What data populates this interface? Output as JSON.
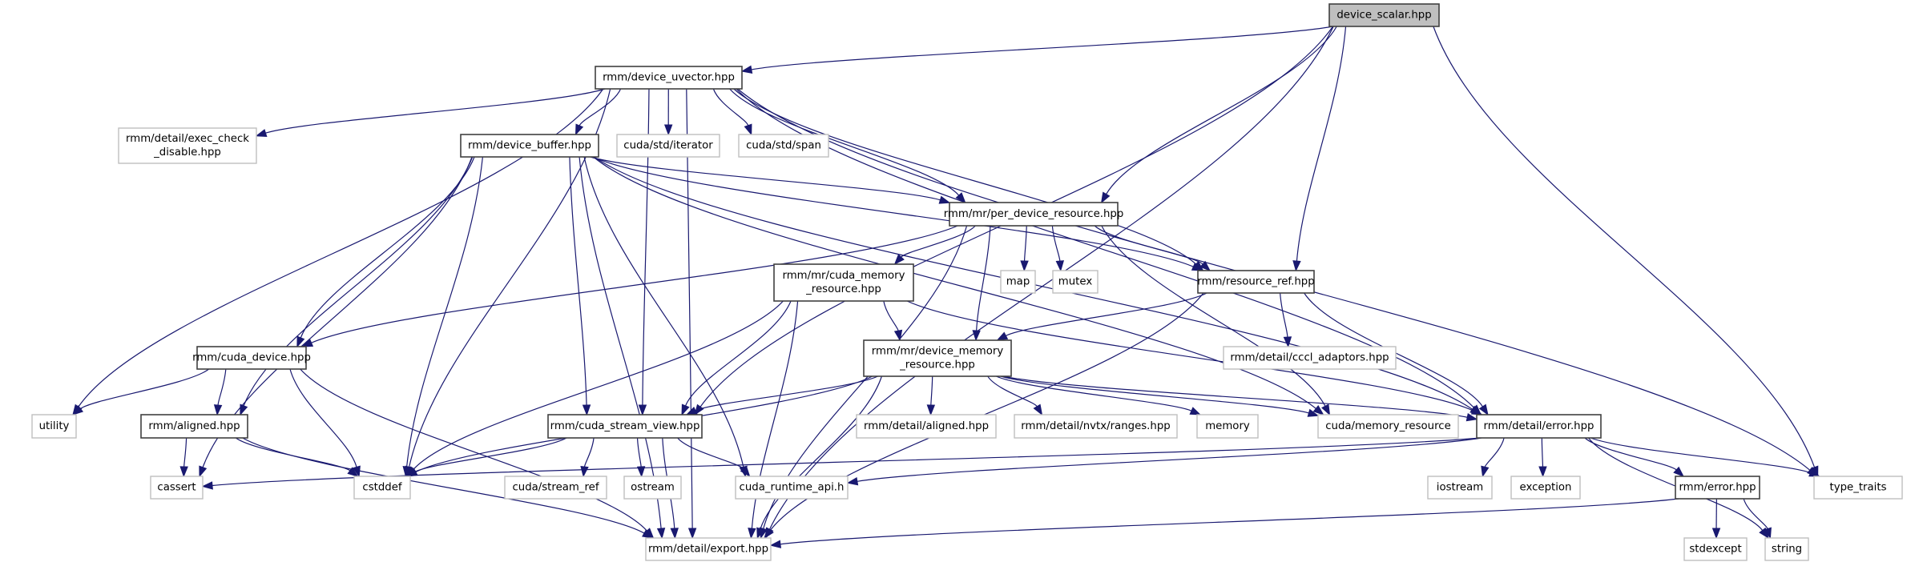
{
  "diagram": {
    "type": "include-dependency-graph",
    "root": "device_scalar.hpp",
    "colors": {
      "edge": "#191970",
      "root_fill": "#bfbfbf",
      "local_border": "#404040",
      "external_border": "#bfbfbf"
    },
    "nodes": [
      {
        "id": "device_scalar",
        "lines": [
          "device_scalar.hpp"
        ],
        "kind": "root"
      },
      {
        "id": "device_uvector",
        "lines": [
          "rmm/device_uvector.hpp"
        ],
        "kind": "local"
      },
      {
        "id": "exec_check_disable",
        "lines": [
          "rmm/detail/exec_check",
          "_disable.hpp"
        ],
        "kind": "ext"
      },
      {
        "id": "device_buffer",
        "lines": [
          "rmm/device_buffer.hpp"
        ],
        "kind": "local"
      },
      {
        "id": "cuda_std_iterator",
        "lines": [
          "cuda/std/iterator"
        ],
        "kind": "ext"
      },
      {
        "id": "cuda_std_span",
        "lines": [
          "cuda/std/span"
        ],
        "kind": "ext"
      },
      {
        "id": "per_device_resource",
        "lines": [
          "rmm/mr/per_device_resource.hpp"
        ],
        "kind": "local"
      },
      {
        "id": "map",
        "lines": [
          "map"
        ],
        "kind": "ext"
      },
      {
        "id": "mutex",
        "lines": [
          "mutex"
        ],
        "kind": "ext"
      },
      {
        "id": "resource_ref",
        "lines": [
          "rmm/resource_ref.hpp"
        ],
        "kind": "local"
      },
      {
        "id": "cuda_memory_resource",
        "lines": [
          "rmm/mr/cuda_memory",
          "_resource.hpp"
        ],
        "kind": "local"
      },
      {
        "id": "cccl_adaptors",
        "lines": [
          "rmm/detail/cccl_adaptors.hpp"
        ],
        "kind": "ext"
      },
      {
        "id": "cuda_device",
        "lines": [
          "rmm/cuda_device.hpp"
        ],
        "kind": "local"
      },
      {
        "id": "device_memory_resource",
        "lines": [
          "rmm/mr/device_memory",
          "_resource.hpp"
        ],
        "kind": "local"
      },
      {
        "id": "utility",
        "lines": [
          "utility"
        ],
        "kind": "ext"
      },
      {
        "id": "aligned",
        "lines": [
          "rmm/aligned.hpp"
        ],
        "kind": "local"
      },
      {
        "id": "cuda_stream_view",
        "lines": [
          "rmm/cuda_stream_view.hpp"
        ],
        "kind": "local"
      },
      {
        "id": "detail_aligned",
        "lines": [
          "rmm/detail/aligned.hpp"
        ],
        "kind": "ext"
      },
      {
        "id": "nvtx_ranges",
        "lines": [
          "rmm/detail/nvtx/ranges.hpp"
        ],
        "kind": "ext"
      },
      {
        "id": "memory",
        "lines": [
          "memory"
        ],
        "kind": "ext"
      },
      {
        "id": "cuda_memory_resource_std",
        "lines": [
          "cuda/memory_resource"
        ],
        "kind": "ext"
      },
      {
        "id": "detail_error",
        "lines": [
          "rmm/detail/error.hpp"
        ],
        "kind": "local"
      },
      {
        "id": "cassert",
        "lines": [
          "cassert"
        ],
        "kind": "ext"
      },
      {
        "id": "cstddef",
        "lines": [
          "cstddef"
        ],
        "kind": "ext"
      },
      {
        "id": "cuda_stream_ref",
        "lines": [
          "cuda/stream_ref"
        ],
        "kind": "ext"
      },
      {
        "id": "ostream",
        "lines": [
          "ostream"
        ],
        "kind": "ext"
      },
      {
        "id": "cuda_runtime_api",
        "lines": [
          "cuda_runtime_api.h"
        ],
        "kind": "ext"
      },
      {
        "id": "iostream",
        "lines": [
          "iostream"
        ],
        "kind": "ext"
      },
      {
        "id": "exception",
        "lines": [
          "exception"
        ],
        "kind": "ext"
      },
      {
        "id": "rmm_error",
        "lines": [
          "rmm/error.hpp"
        ],
        "kind": "local"
      },
      {
        "id": "type_traits",
        "lines": [
          "type_traits"
        ],
        "kind": "ext"
      },
      {
        "id": "export",
        "lines": [
          "rmm/detail/export.hpp"
        ],
        "kind": "ext"
      },
      {
        "id": "stdexcept",
        "lines": [
          "stdexcept"
        ],
        "kind": "ext"
      },
      {
        "id": "string",
        "lines": [
          "string"
        ],
        "kind": "ext"
      }
    ],
    "edges": [
      [
        "device_scalar",
        "device_uvector"
      ],
      [
        "device_scalar",
        "cuda_stream_view"
      ],
      [
        "device_scalar",
        "per_device_resource"
      ],
      [
        "device_scalar",
        "resource_ref"
      ],
      [
        "device_scalar",
        "export"
      ],
      [
        "device_scalar",
        "type_traits"
      ],
      [
        "device_uvector",
        "exec_check_disable"
      ],
      [
        "device_uvector",
        "device_buffer"
      ],
      [
        "device_uvector",
        "cuda_std_iterator"
      ],
      [
        "device_uvector",
        "cuda_std_span"
      ],
      [
        "device_uvector",
        "per_device_resource"
      ],
      [
        "device_uvector",
        "resource_ref"
      ],
      [
        "device_uvector",
        "detail_error"
      ],
      [
        "device_uvector",
        "type_traits"
      ],
      [
        "device_uvector",
        "utility"
      ],
      [
        "device_uvector",
        "export"
      ],
      [
        "device_uvector",
        "cstddef"
      ],
      [
        "device_uvector",
        "cuda_stream_view"
      ],
      [
        "device_buffer",
        "per_device_resource"
      ],
      [
        "device_buffer",
        "resource_ref"
      ],
      [
        "device_buffer",
        "detail_error"
      ],
      [
        "device_buffer",
        "cuda_memory_resource_std"
      ],
      [
        "device_buffer",
        "cuda_device"
      ],
      [
        "device_buffer",
        "aligned"
      ],
      [
        "device_buffer",
        "cassert"
      ],
      [
        "device_buffer",
        "cstddef"
      ],
      [
        "device_buffer",
        "export"
      ],
      [
        "device_buffer",
        "cuda_stream_view"
      ],
      [
        "device_buffer",
        "cuda_runtime_api"
      ],
      [
        "per_device_resource",
        "cuda_memory_resource"
      ],
      [
        "per_device_resource",
        "device_memory_resource"
      ],
      [
        "per_device_resource",
        "map"
      ],
      [
        "per_device_resource",
        "mutex"
      ],
      [
        "per_device_resource",
        "resource_ref"
      ],
      [
        "per_device_resource",
        "cuda_device"
      ],
      [
        "per_device_resource",
        "export"
      ],
      [
        "per_device_resource",
        "cuda_memory_resource_std"
      ],
      [
        "resource_ref",
        "cccl_adaptors"
      ],
      [
        "resource_ref",
        "device_memory_resource"
      ],
      [
        "resource_ref",
        "detail_error"
      ],
      [
        "resource_ref",
        "export"
      ],
      [
        "cuda_memory_resource",
        "device_memory_resource"
      ],
      [
        "cuda_memory_resource",
        "detail_error"
      ],
      [
        "cuda_memory_resource",
        "cuda_stream_view"
      ],
      [
        "cuda_memory_resource",
        "cstddef"
      ],
      [
        "cuda_memory_resource",
        "export"
      ],
      [
        "cuda_device",
        "utility"
      ],
      [
        "cuda_device",
        "aligned"
      ],
      [
        "cuda_device",
        "cstddef"
      ],
      [
        "cuda_device",
        "export"
      ],
      [
        "device_memory_resource",
        "cuda_stream_view"
      ],
      [
        "device_memory_resource",
        "detail_aligned"
      ],
      [
        "device_memory_resource",
        "nvtx_ranges"
      ],
      [
        "device_memory_resource",
        "memory"
      ],
      [
        "device_memory_resource",
        "cuda_memory_resource_std"
      ],
      [
        "device_memory_resource",
        "detail_error"
      ],
      [
        "device_memory_resource",
        "cstddef"
      ],
      [
        "device_memory_resource",
        "export"
      ],
      [
        "aligned",
        "cassert"
      ],
      [
        "aligned",
        "cstddef"
      ],
      [
        "aligned",
        "export"
      ],
      [
        "cuda_stream_view",
        "cstddef"
      ],
      [
        "cuda_stream_view",
        "cuda_stream_ref"
      ],
      [
        "cuda_stream_view",
        "ostream"
      ],
      [
        "cuda_stream_view",
        "cuda_runtime_api"
      ],
      [
        "cuda_stream_view",
        "export"
      ],
      [
        "detail_error",
        "cassert"
      ],
      [
        "detail_error",
        "cuda_runtime_api"
      ],
      [
        "detail_error",
        "iostream"
      ],
      [
        "detail_error",
        "exception"
      ],
      [
        "detail_error",
        "rmm_error"
      ],
      [
        "detail_error",
        "type_traits"
      ],
      [
        "detail_error",
        "string"
      ],
      [
        "rmm_error",
        "export"
      ],
      [
        "rmm_error",
        "stdexcept"
      ],
      [
        "rmm_error",
        "string"
      ]
    ]
  }
}
